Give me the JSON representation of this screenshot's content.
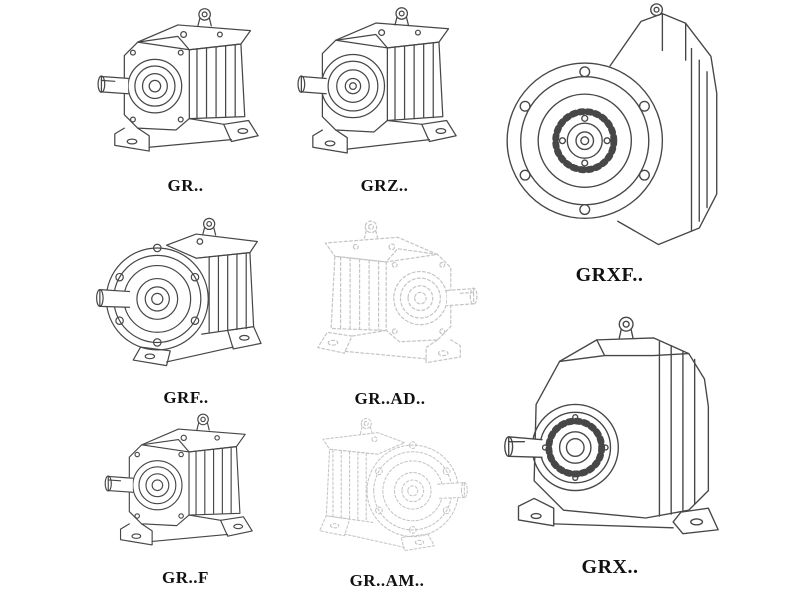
{
  "page": {
    "background": "#ffffff",
    "line_color": "#474747",
    "faded_line_color": "#c6c6c6",
    "label_color": "#111111",
    "description": "Catalog sheet of helical gear reducer technical line drawings"
  },
  "figures": [
    {
      "id": "gr",
      "label": "GR..",
      "variant": "foot-mounted helical gear unit",
      "style": "solid"
    },
    {
      "id": "grz",
      "label": "GRZ..",
      "variant": "foot-mounted helical gear unit, large bearing",
      "style": "solid"
    },
    {
      "id": "grxf",
      "label": "GRXF..",
      "variant": "flange-mounted unit, front flange view",
      "style": "solid"
    },
    {
      "id": "grf",
      "label": "GRF..",
      "variant": "flange-mounted helical gear unit with feet",
      "style": "solid"
    },
    {
      "id": "gr-ad",
      "label": "GR..AD..",
      "variant": "gear unit with input adapter (phantom view)",
      "style": "faded"
    },
    {
      "id": "grx",
      "label": "GRX..",
      "variant": "large foot-mounted helical gear unit",
      "style": "solid"
    },
    {
      "id": "gr-f",
      "label": "GR..F",
      "variant": "foot-mounted helical gear unit",
      "style": "solid"
    },
    {
      "id": "gr-am",
      "label": "GR..AM..",
      "variant": "gear unit with IEC motor flange (phantom view)",
      "style": "faded"
    }
  ]
}
